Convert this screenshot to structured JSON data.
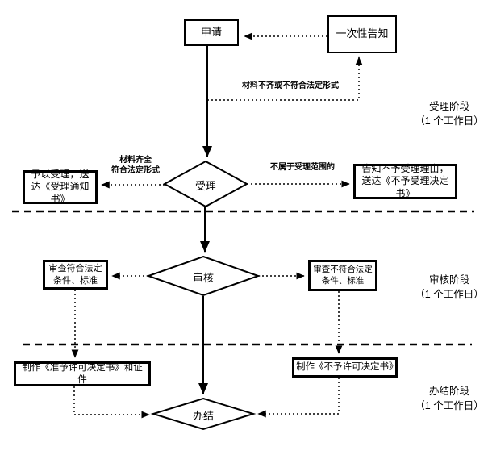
{
  "nodes": {
    "apply": "申请",
    "one_time_notice": "一次性告知",
    "accept": "受理",
    "grant_accept": "予以受理，送达《受理通知书》",
    "deny_accept": "告知不予受理理由，送达《不予受理决定书》",
    "review": "审核",
    "review_pass": "审查符合法定条件、标准",
    "review_fail": "审查不符合法定条件、标准",
    "make_permit": "制作《准予许可决定书》和证件",
    "make_denial": "制作《不予许可决定书》",
    "complete": "办结"
  },
  "edge_labels": {
    "materials_incomplete": "材料不齐或不符合法定形式",
    "materials_complete_line1": "材料齐全",
    "materials_complete_line2": "符合法定形式",
    "out_of_scope": "不属于受理范围的"
  },
  "stages": [
    {
      "name": "受理阶段",
      "duration": "（1 个工作日）"
    },
    {
      "name": "审核阶段",
      "duration": "（1 个工作日）"
    },
    {
      "name": "办结阶段",
      "duration": "（1 个工作日）"
    }
  ],
  "colors": {
    "stroke": "#000000",
    "background": "#ffffff"
  }
}
